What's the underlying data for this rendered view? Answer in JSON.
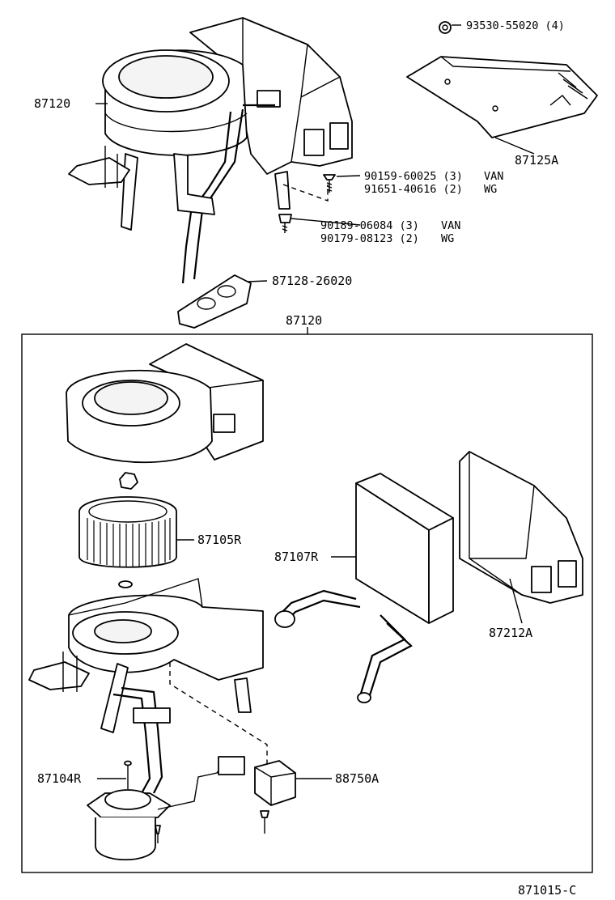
{
  "labels": {
    "top_blower_assy": "87120",
    "panel_clip": "93530-55020 (4)",
    "panel": "87125A",
    "screw1_van": "90159-60025 (3)",
    "screw1_van_tag": "VAN",
    "screw1_wg": "91651-40616 (2)",
    "screw1_wg_tag": "WG",
    "screw2_van": "90189-06084 (3)",
    "screw2_van_tag": "VAN",
    "screw2_wg": "90179-08123 (2)",
    "screw2_wg_tag": "WG",
    "grommet": "87128-26020",
    "group_title": "87120",
    "fan": "87105R",
    "heater_core": "87107R",
    "core_case": "87212A",
    "motor": "87104R",
    "resistor": "88750A",
    "figure_code": "871015-C"
  }
}
